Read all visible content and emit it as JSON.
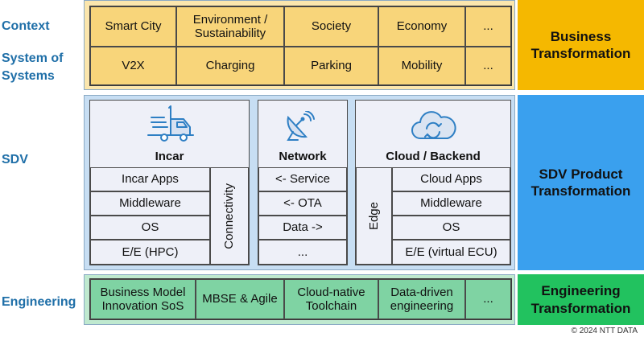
{
  "left_labels": {
    "context": "Context",
    "system_of_systems_1": "System of",
    "system_of_systems_2": "Systems",
    "sdv": "SDV",
    "engineering": "Engineering"
  },
  "context_row": [
    "Smart City",
    "Environment / Sustainability",
    "Society",
    "Economy",
    "..."
  ],
  "sos_row": [
    "V2X",
    "Charging",
    "Parking",
    "Mobility",
    "..."
  ],
  "incar": {
    "title": "Incar",
    "layers": [
      "Incar Apps",
      "Middleware",
      "OS",
      "E/E (HPC)"
    ],
    "side": "Connectivity"
  },
  "network": {
    "title": "Network",
    "items": [
      "<- Service",
      "<- OTA",
      "Data ->",
      "..."
    ]
  },
  "cloud": {
    "title": "Cloud / Backend",
    "side": "Edge",
    "layers": [
      "Cloud Apps",
      "Middleware",
      "OS",
      "E/E (virtual ECU)"
    ]
  },
  "engineering_row": [
    "Business Model Innovation SoS",
    "MBSE & Agile",
    "Cloud-native Toolchain",
    "Data-driven engineering",
    "..."
  ],
  "right": {
    "business": "Business Transformation",
    "sdv": "SDV Product Transformation",
    "engineering": "Engineering Transformation"
  },
  "colors": {
    "business": "#f5b800",
    "sdv": "#3aa0ee",
    "engineering": "#22c25f",
    "yellow_cell": "#f8d57a",
    "green_cell": "#7fd3a3",
    "icon": "#2e7fc4"
  },
  "footer": "© 2024 NTT DATA"
}
